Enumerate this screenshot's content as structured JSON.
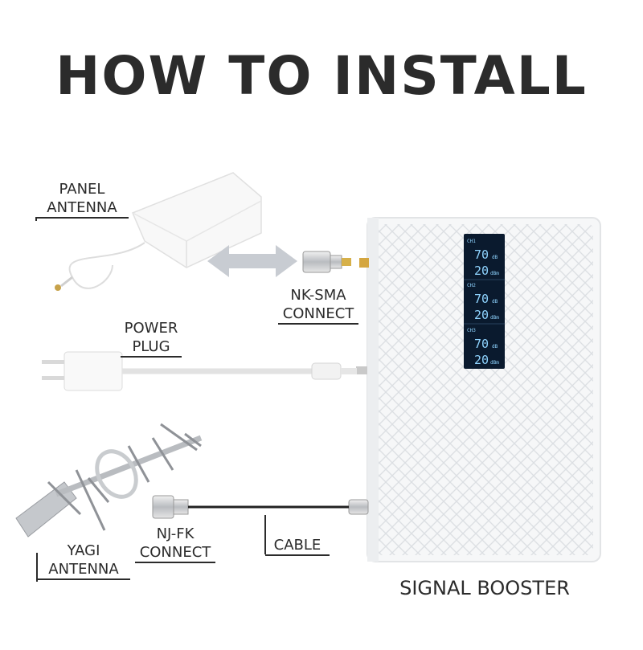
{
  "title": "HOW TO INSTALL",
  "labels": {
    "panel_antenna": [
      "PANEL",
      "ANTENNA"
    ],
    "nk_sma": [
      "NK-SMA",
      "CONNECT"
    ],
    "power_plug": [
      "POWER",
      "PLUG"
    ],
    "nj_fk": [
      "NJ-FK",
      "CONNECT"
    ],
    "yagi_antenna": [
      "YAGI",
      "ANTENNA"
    ],
    "cable": "CABLE",
    "signal_booster": "SIGNAL BOOSTER"
  },
  "display": {
    "channels": [
      {
        "name": "CH1",
        "gain": "70",
        "gain_unit": "dB",
        "power": "20",
        "power_unit": "dBm"
      },
      {
        "name": "CH2",
        "gain": "70",
        "gain_unit": "dB",
        "power": "20",
        "power_unit": "dBm"
      },
      {
        "name": "CH3",
        "gain": "70",
        "gain_unit": "dB",
        "power": "20",
        "power_unit": "dBm"
      }
    ]
  },
  "colors": {
    "text": "#2b2b2b",
    "lcd_bg": "#0a1a2e",
    "lcd_text": "#8fd4ff",
    "arrow": "#c8ccd2"
  }
}
